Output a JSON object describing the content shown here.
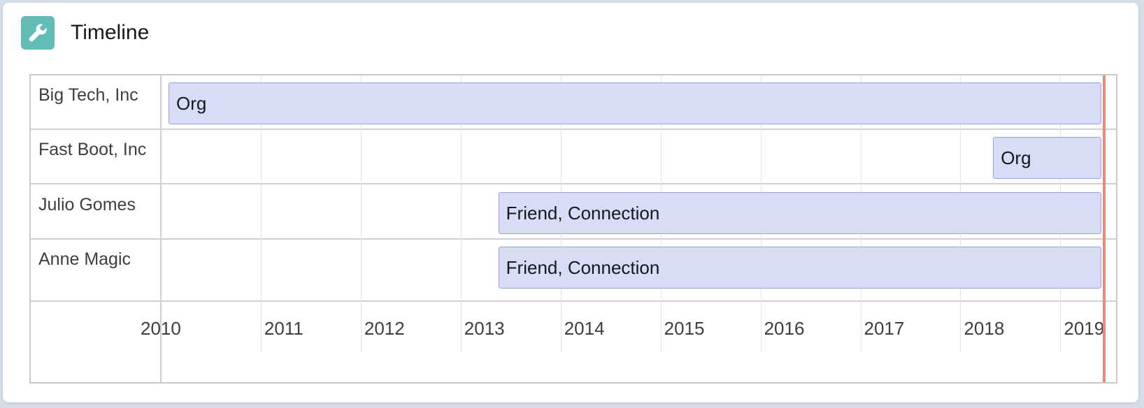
{
  "header": {
    "title": "Timeline",
    "icon": "wrench-icon",
    "icon_color": "#62bdb6"
  },
  "timeline": {
    "rows": [
      {
        "label": "Big Tech, Inc",
        "bar_label": "Org",
        "start": 2009.95,
        "end": 2019.4
      },
      {
        "label": "Fast Boot, Inc",
        "bar_label": "Org",
        "start": 2018.25,
        "end": 2019.4
      },
      {
        "label": "Julio Gomes",
        "bar_label": "Friend, Connection",
        "start": 2013.3,
        "end": 2019.4
      },
      {
        "label": "Anne Magic",
        "bar_label": "Friend, Connection",
        "start": 2013.3,
        "end": 2019.4
      }
    ],
    "axis_ticks": [
      "2010",
      "2011",
      "2012",
      "2013",
      "2014",
      "2015",
      "2016",
      "2017",
      "2018",
      "2019"
    ],
    "axis_start": 2010.0,
    "axis_end": 2019.55,
    "today": 2019.42,
    "bar_color": "#d8dcf6",
    "bar_border_color": "#8ea6ea",
    "today_line_color": "#e98b7b"
  }
}
